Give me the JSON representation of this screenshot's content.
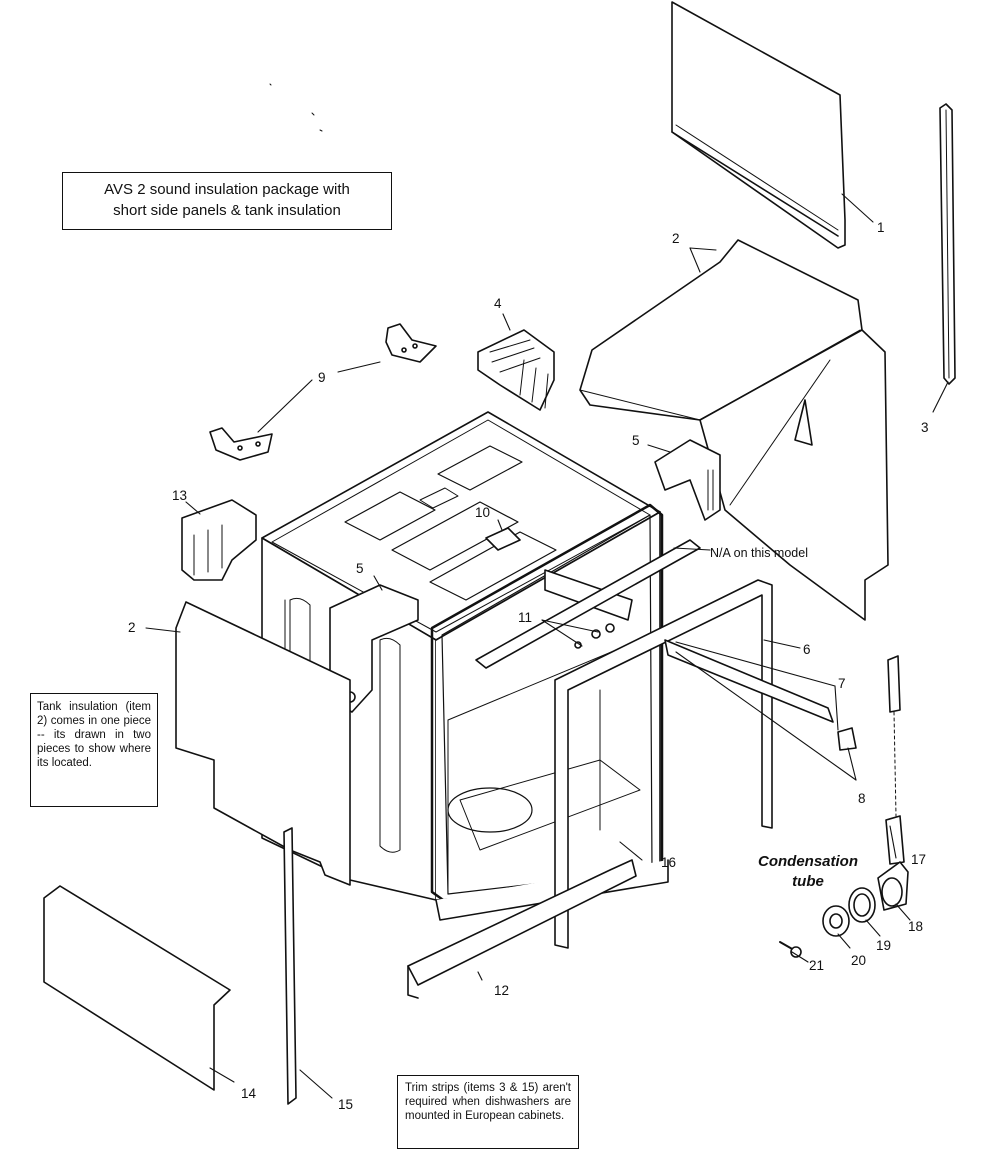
{
  "title_box": {
    "line1": "AVS 2 sound insulation package with",
    "line2": "short side panels & tank insulation"
  },
  "notes": {
    "tank": "Tank insulation (item 2) comes in one piece -- its drawn in two pieces to show where its located.",
    "trim": "Trim strips (items 3 & 15) aren't required when dishwashers are mounted in European cabinets."
  },
  "na_label": "N/A on this model",
  "condensation_label": {
    "line1": "Condensation",
    "line2": "tube"
  },
  "callouts": {
    "c1": "1",
    "c2_top": "2",
    "c2_left": "2",
    "c3": "3",
    "c4": "4",
    "c5_right": "5",
    "c5_left": "5",
    "c6": "6",
    "c7": "7",
    "c8": "8",
    "c9": "9",
    "c10": "10",
    "c11": "11",
    "c12": "12",
    "c13": "13",
    "c14": "14",
    "c15": "15",
    "c16": "16",
    "c17": "17",
    "c18": "18",
    "c19": "19",
    "c20": "20",
    "c21": "21"
  }
}
